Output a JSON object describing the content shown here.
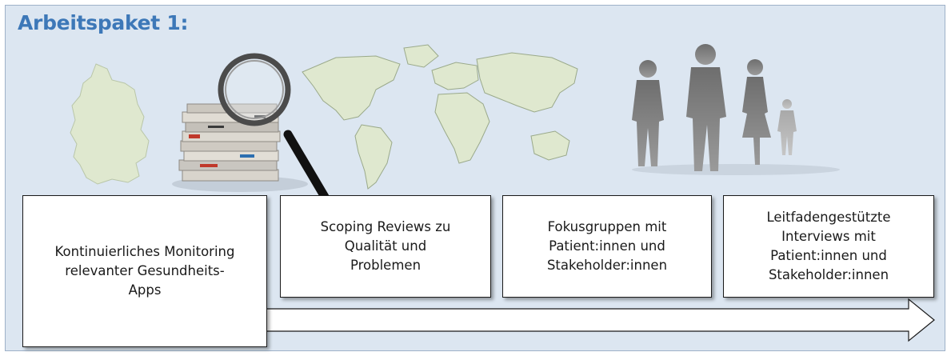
{
  "title": "Arbeitspaket 1:",
  "steps": [
    {
      "label": "Kontinuierliches Monitoring\nrelevanter Gesundheits-\nApps"
    },
    {
      "label": "Scoping Reviews zu\nQualität und\nProblemen"
    },
    {
      "label": "Fokusgruppen mit\nPatient:innen und\nStakeholder:innen"
    },
    {
      "label": "Leitfadengestützte\nInterviews mit\nPatient:innen und\nStakeholder:innen"
    }
  ],
  "colors": {
    "background": "#dce6f1",
    "title": "#3d78b8",
    "map": "#dfe8cf",
    "silhouette": "#808080"
  },
  "icons": [
    "germany-map-icon",
    "newspaper-stack-icon",
    "magnifying-glass-icon",
    "world-map-icon",
    "people-silhouettes-icon",
    "timeline-arrow-icon"
  ]
}
